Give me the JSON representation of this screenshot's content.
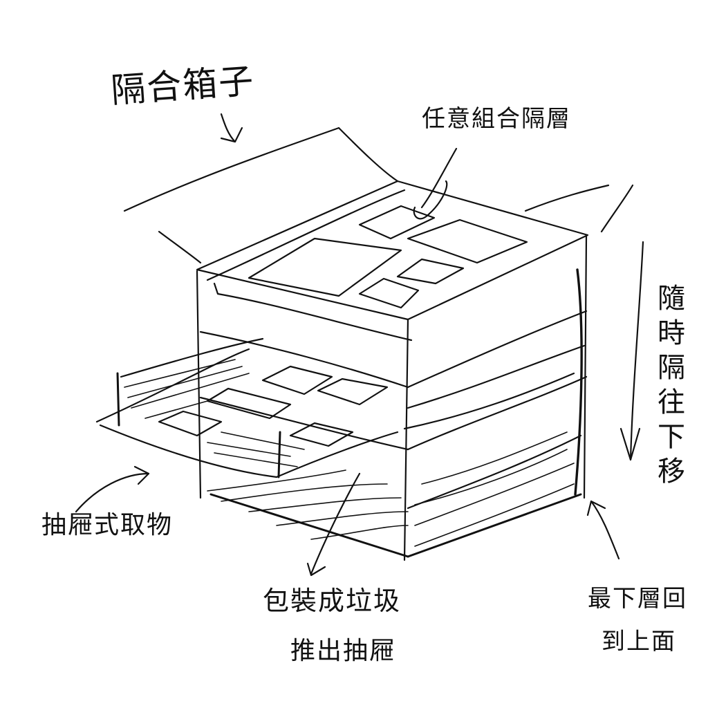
{
  "labels": {
    "title": "隔合箱子",
    "partition": "任意組合隔層",
    "lowering": "隨時隔往下移",
    "drawer_pickup": "抽屜式取物",
    "pack_trash": "包裝成垃圾",
    "pull_drawer": "推出抽屜",
    "bottom_line1": "最下層回",
    "bottom_line2": "到上面"
  },
  "colors": {
    "ink": "#111111",
    "paper": "#ffffff"
  }
}
